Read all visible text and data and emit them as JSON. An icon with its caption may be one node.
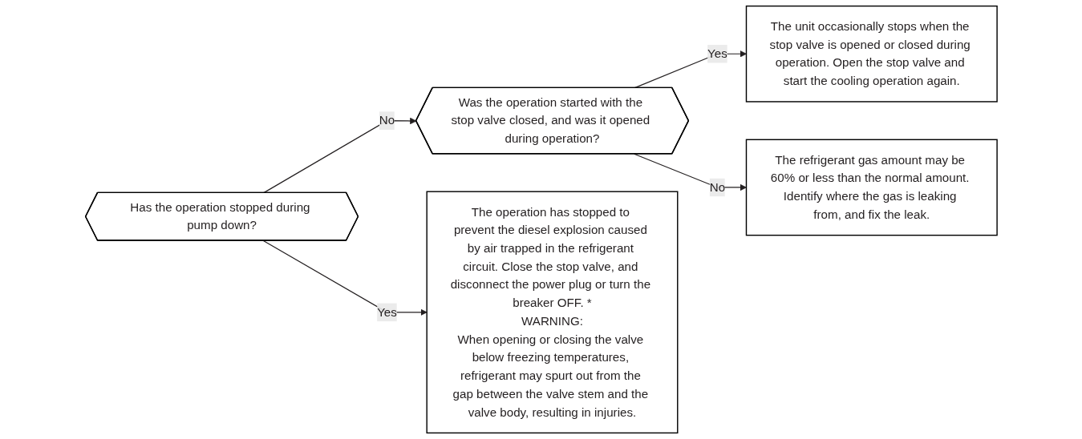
{
  "diagram": {
    "nodes": [
      {
        "text": [
          "Has the operation stopped during pump down?"
        ]
      },
      {
        "text": [
          "Was the operation started with the stop valve closed, and was it opened during operation?"
        ]
      },
      {
        "text": [
          "The unit occasionally stops when the stop valve is opened or closed during operation. Open the stop valve and start the cooling operation again."
        ]
      },
      {
        "text": [
          "The operation has stopped to prevent the diesel explosion caused by air trapped in the refrigerant circuit. Close the stop valve, and disconnect the power plug or turn the breaker OFF. *",
          "WARNING:",
          "When opening or closing the valve below freezing temperatures, refrigerant may spurt out from the gap between the valve stem and the valve body, resulting in injuries."
        ]
      },
      {
        "text": [
          "The refrigerant gas amount may be 60% or less than the normal amount. Identify where the gas is leaking from, and fix the leak."
        ]
      }
    ],
    "edges": [
      {
        "from": 0,
        "to": 1,
        "arrow": "to",
        "label": "No"
      },
      {
        "from": 1,
        "to": 2,
        "arrow": "to",
        "label": "Yes"
      },
      {
        "from": 0,
        "to": 3,
        "arrow": "to",
        "label": "Yes"
      },
      {
        "from": 1,
        "to": 4,
        "arrow": "to",
        "label": "No"
      }
    ]
  }
}
